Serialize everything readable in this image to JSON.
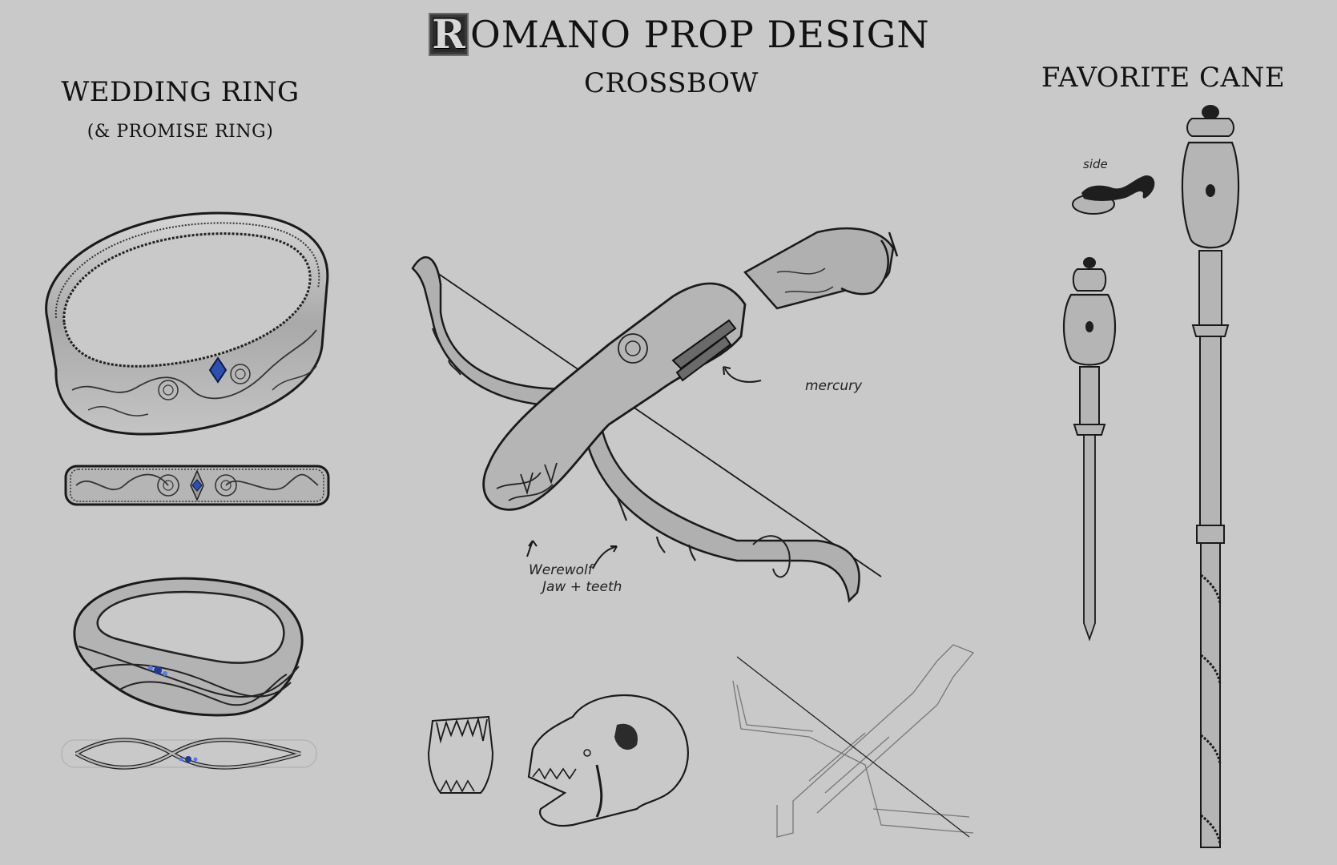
{
  "header": {
    "title_initial": "R",
    "title_rest": "OMANO PROP DESIGN",
    "title_full": "ROMANO PROP DESIGN"
  },
  "sections": {
    "wedding_ring": {
      "heading": "WEDDING RING",
      "subheading": "(& PROMISE RING)"
    },
    "crossbow": {
      "heading": "CROSSBOW",
      "annotations": {
        "mercury": "mercury",
        "werewolf_line1": "Werewolf",
        "werewolf_line2": "Jaw + teeth"
      }
    },
    "favorite_cane": {
      "heading": "FAVORITE CANE",
      "annotations": {
        "side": "side"
      }
    }
  },
  "colors": {
    "background": "#c9c9c9",
    "ink": "#121212",
    "metal_fill": "#b4b4b4",
    "sapphire": "#2d4fb0",
    "onyx": "#1e1e1e"
  }
}
